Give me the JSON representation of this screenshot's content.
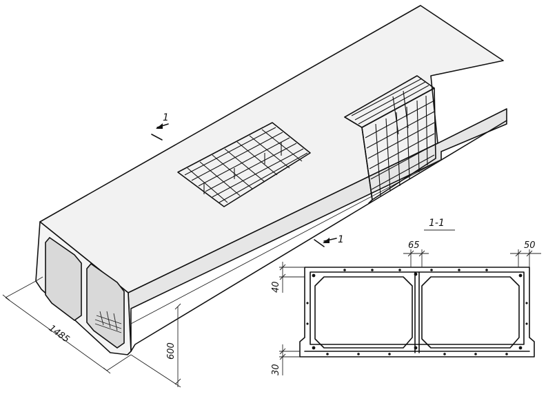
{
  "section_marks": {
    "top_mark": "1",
    "right_mark": "1"
  },
  "section_view": {
    "title": "1-1",
    "dim_top_left": "65",
    "dim_top_right": "50",
    "dim_side_top": "40",
    "dim_side_bottom": "30"
  },
  "dimensions": {
    "width": "1485",
    "height": "600"
  }
}
